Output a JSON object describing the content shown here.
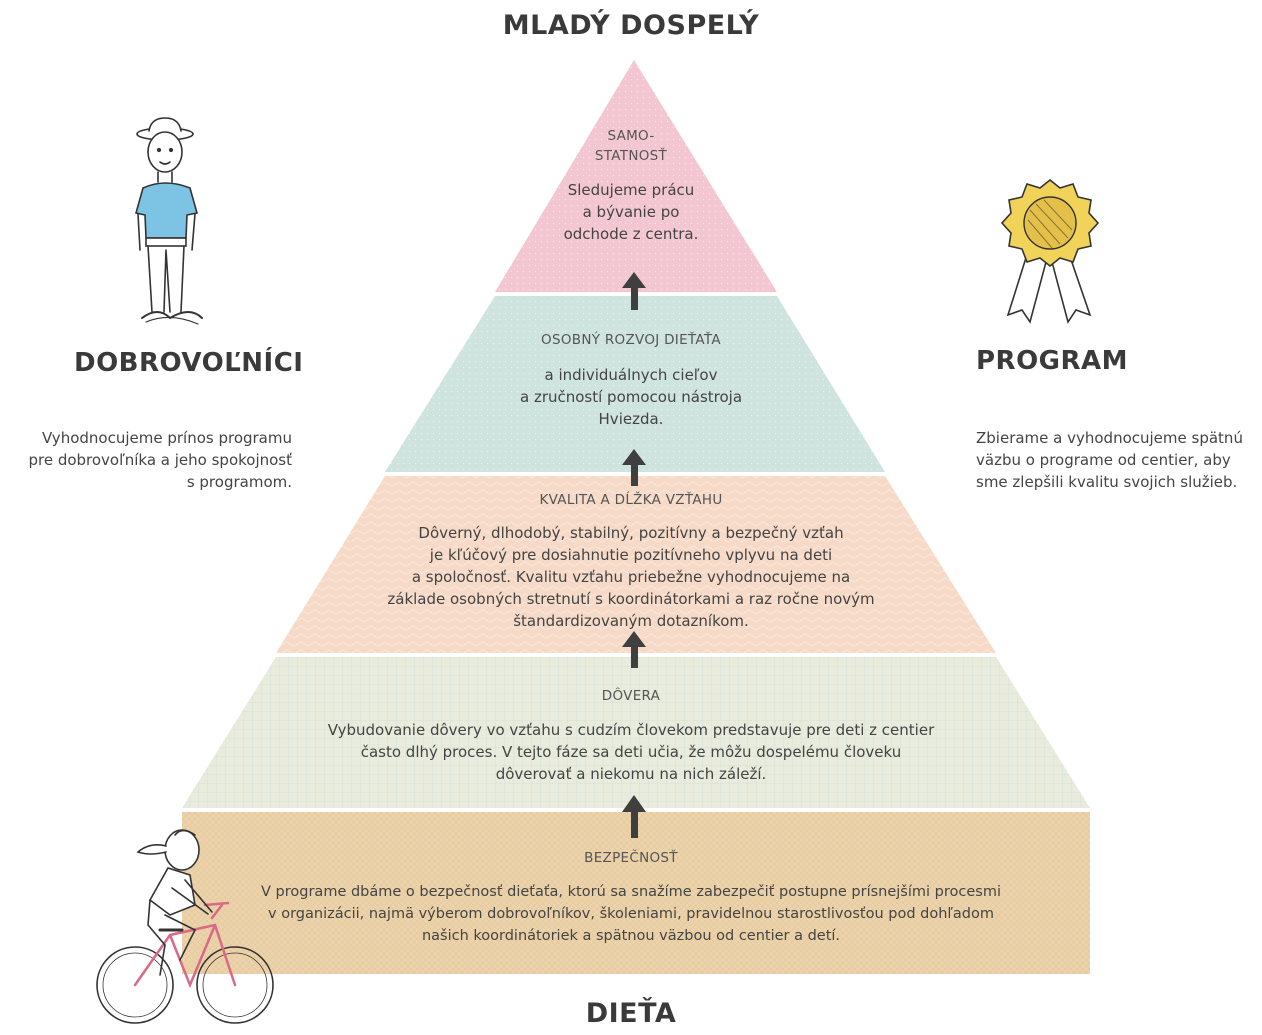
{
  "top_label": "MLADÝ DOSPELÝ",
  "bottom_label": "DIEŤA",
  "left_panel": {
    "heading": "DOBROVOĽNÍCI",
    "lines": [
      "Vyhodnocujeme prínos programu",
      "pre dobrovoľníka a jeho spokojnosť",
      "s programom."
    ]
  },
  "right_panel": {
    "heading": "PROGRAM",
    "lines": [
      "Zbierame a vyhodnocujeme spätnú",
      "väzbu o programe od centier, aby",
      "sme zlepšili kvalitu svojich služieb."
    ]
  },
  "layers": [
    {
      "title_lines": [
        "SAMO-",
        "STATNOSŤ"
      ],
      "text_lines": [
        "Sledujeme prácu",
        "a bývanie po",
        "odchode z centra."
      ],
      "color": "#f3c7d1"
    },
    {
      "title_lines": [
        "OSOBNÝ ROZVOJ DIEŤAŤA"
      ],
      "text_lines": [
        "a individuálnych cieľov",
        "a zručností pomocou nástroja",
        "Hviezda."
      ],
      "color": "#cfe3df"
    },
    {
      "title_lines": [
        "KVALITA A DĹŽKA VZŤAHU"
      ],
      "text_lines": [
        "Dôverný, dlhodobý, stabilný, pozitívny a bezpečný vzťah",
        "je kľúčový pre dosiahnutie pozitívneho vplyvu na deti",
        "a spoločnosť. Kvalitu vzťahu priebežne vyhodnocujeme na",
        "základe osobných stretnutí s koordinátorkami a raz ročne novým",
        "štandardizovaným dotazníkom."
      ],
      "color": "#f6d9c6"
    },
    {
      "title_lines": [
        "DÔVERA"
      ],
      "text_lines": [
        "Vybudovanie dôvery vo vzťahu s cudzím človekom predstavuje pre deti z centier",
        "často dlhý proces. V tejto fáze sa deti učia, že môžu dospelému človeku",
        "dôverovať a niekomu na nich záleží."
      ],
      "color": "#e9ebdc"
    },
    {
      "title_lines": [
        "BEZPEČNOSŤ"
      ],
      "text_lines": [
        "V programe dbáme o bezpečnosť dieťaťa, ktorú sa snažíme zabezpečiť postupne prísnejšími procesmi",
        "v organizácii, najmä výberom dobrovoľníkov, školeniami, pravidelnou starostlivosťou pod dohľadom",
        "našich koordinátoriek a spätnou väzbou od centier a detí."
      ],
      "color": "#ecd2aa"
    }
  ],
  "icons": {
    "volunteer": "person-illustration",
    "program": "award-rosette-illustration",
    "child": "child-on-bicycle-illustration",
    "arrow": "up-arrow-icon"
  },
  "colors": {
    "arrow": "#3f3f3f",
    "heading": "#3a3a3a",
    "medal": "#f1d35a"
  }
}
